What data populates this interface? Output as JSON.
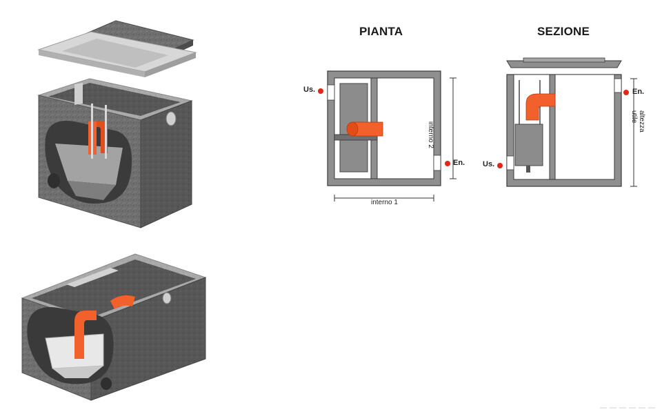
{
  "titles": {
    "plan": "PIANTA",
    "section": "SEZIONE"
  },
  "labels": {
    "outlet": "Us.",
    "inlet": "En.",
    "dim_internal_1": "interno 1",
    "dim_internal_2": "interno 2",
    "dim_height": "altezza utile"
  },
  "colors": {
    "concrete": "#7d7d7d",
    "concrete_dark": "#5e5e5e",
    "concrete_light": "#bdbdbd",
    "pipe_orange": "#f2602b",
    "marker_red": "#e3261a",
    "wall_line": "#3a3a3a"
  }
}
